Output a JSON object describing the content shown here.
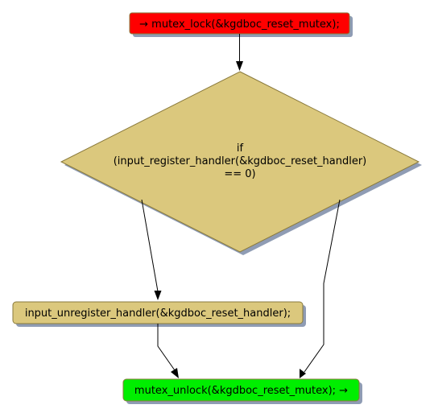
{
  "diagram": {
    "start_node": {
      "label": "→ mutex_lock(&kgdboc_reset_mutex);",
      "fill": "#ff0000"
    },
    "decision_node": {
      "lines": [
        "if",
        "(input_register_handler(&kgdboc_reset_handler)",
        "== 0)"
      ],
      "fill": "#dbc87d"
    },
    "action_node": {
      "label": "input_unregister_handler(&kgdboc_reset_handler);",
      "fill": "#dbc87d"
    },
    "end_node": {
      "label": "mutex_unlock(&kgdboc_reset_mutex); →",
      "fill": "#00ee00"
    },
    "shadow_color": "#8f9cb4",
    "border_color": "#8a7a3c"
  }
}
